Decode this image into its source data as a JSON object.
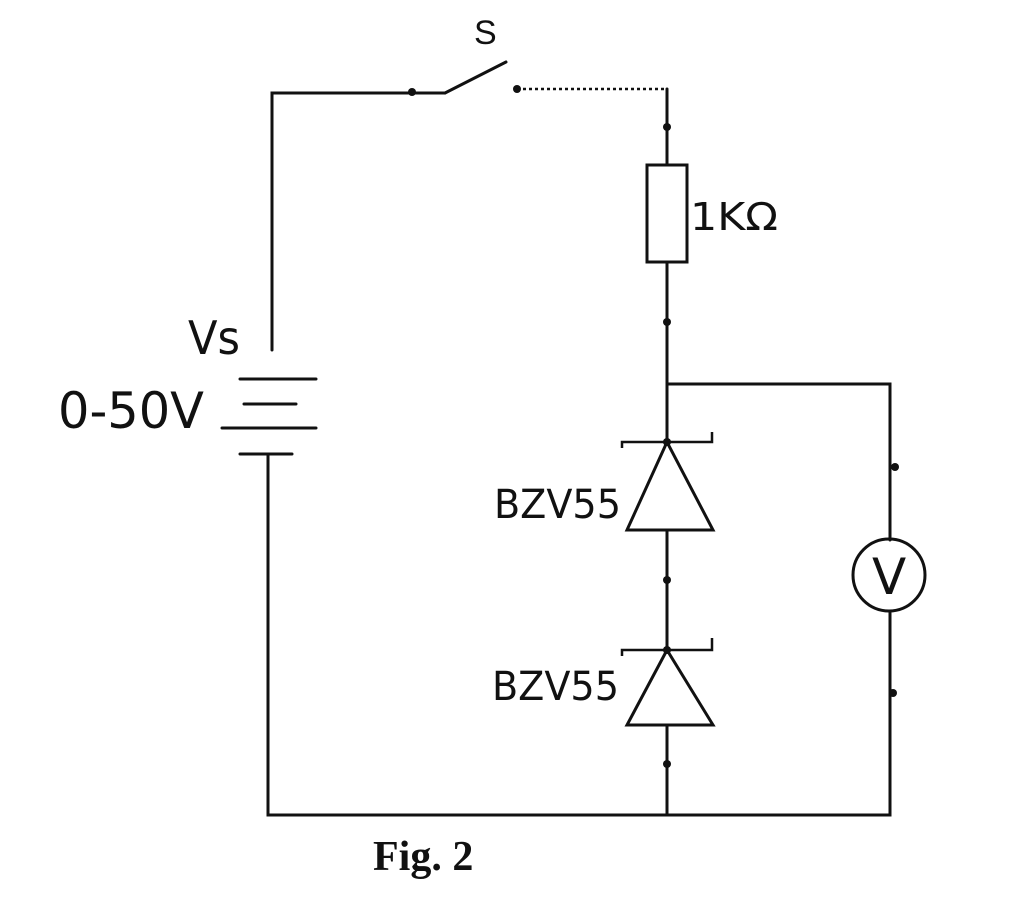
{
  "labels": {
    "switch": "S",
    "source_name": "Vs",
    "source_range": "0-50V",
    "resistor": "1KΩ",
    "zener_top": "BZV55",
    "zener_bottom": "BZV55",
    "meter": "V",
    "caption": "Fig. 2"
  }
}
